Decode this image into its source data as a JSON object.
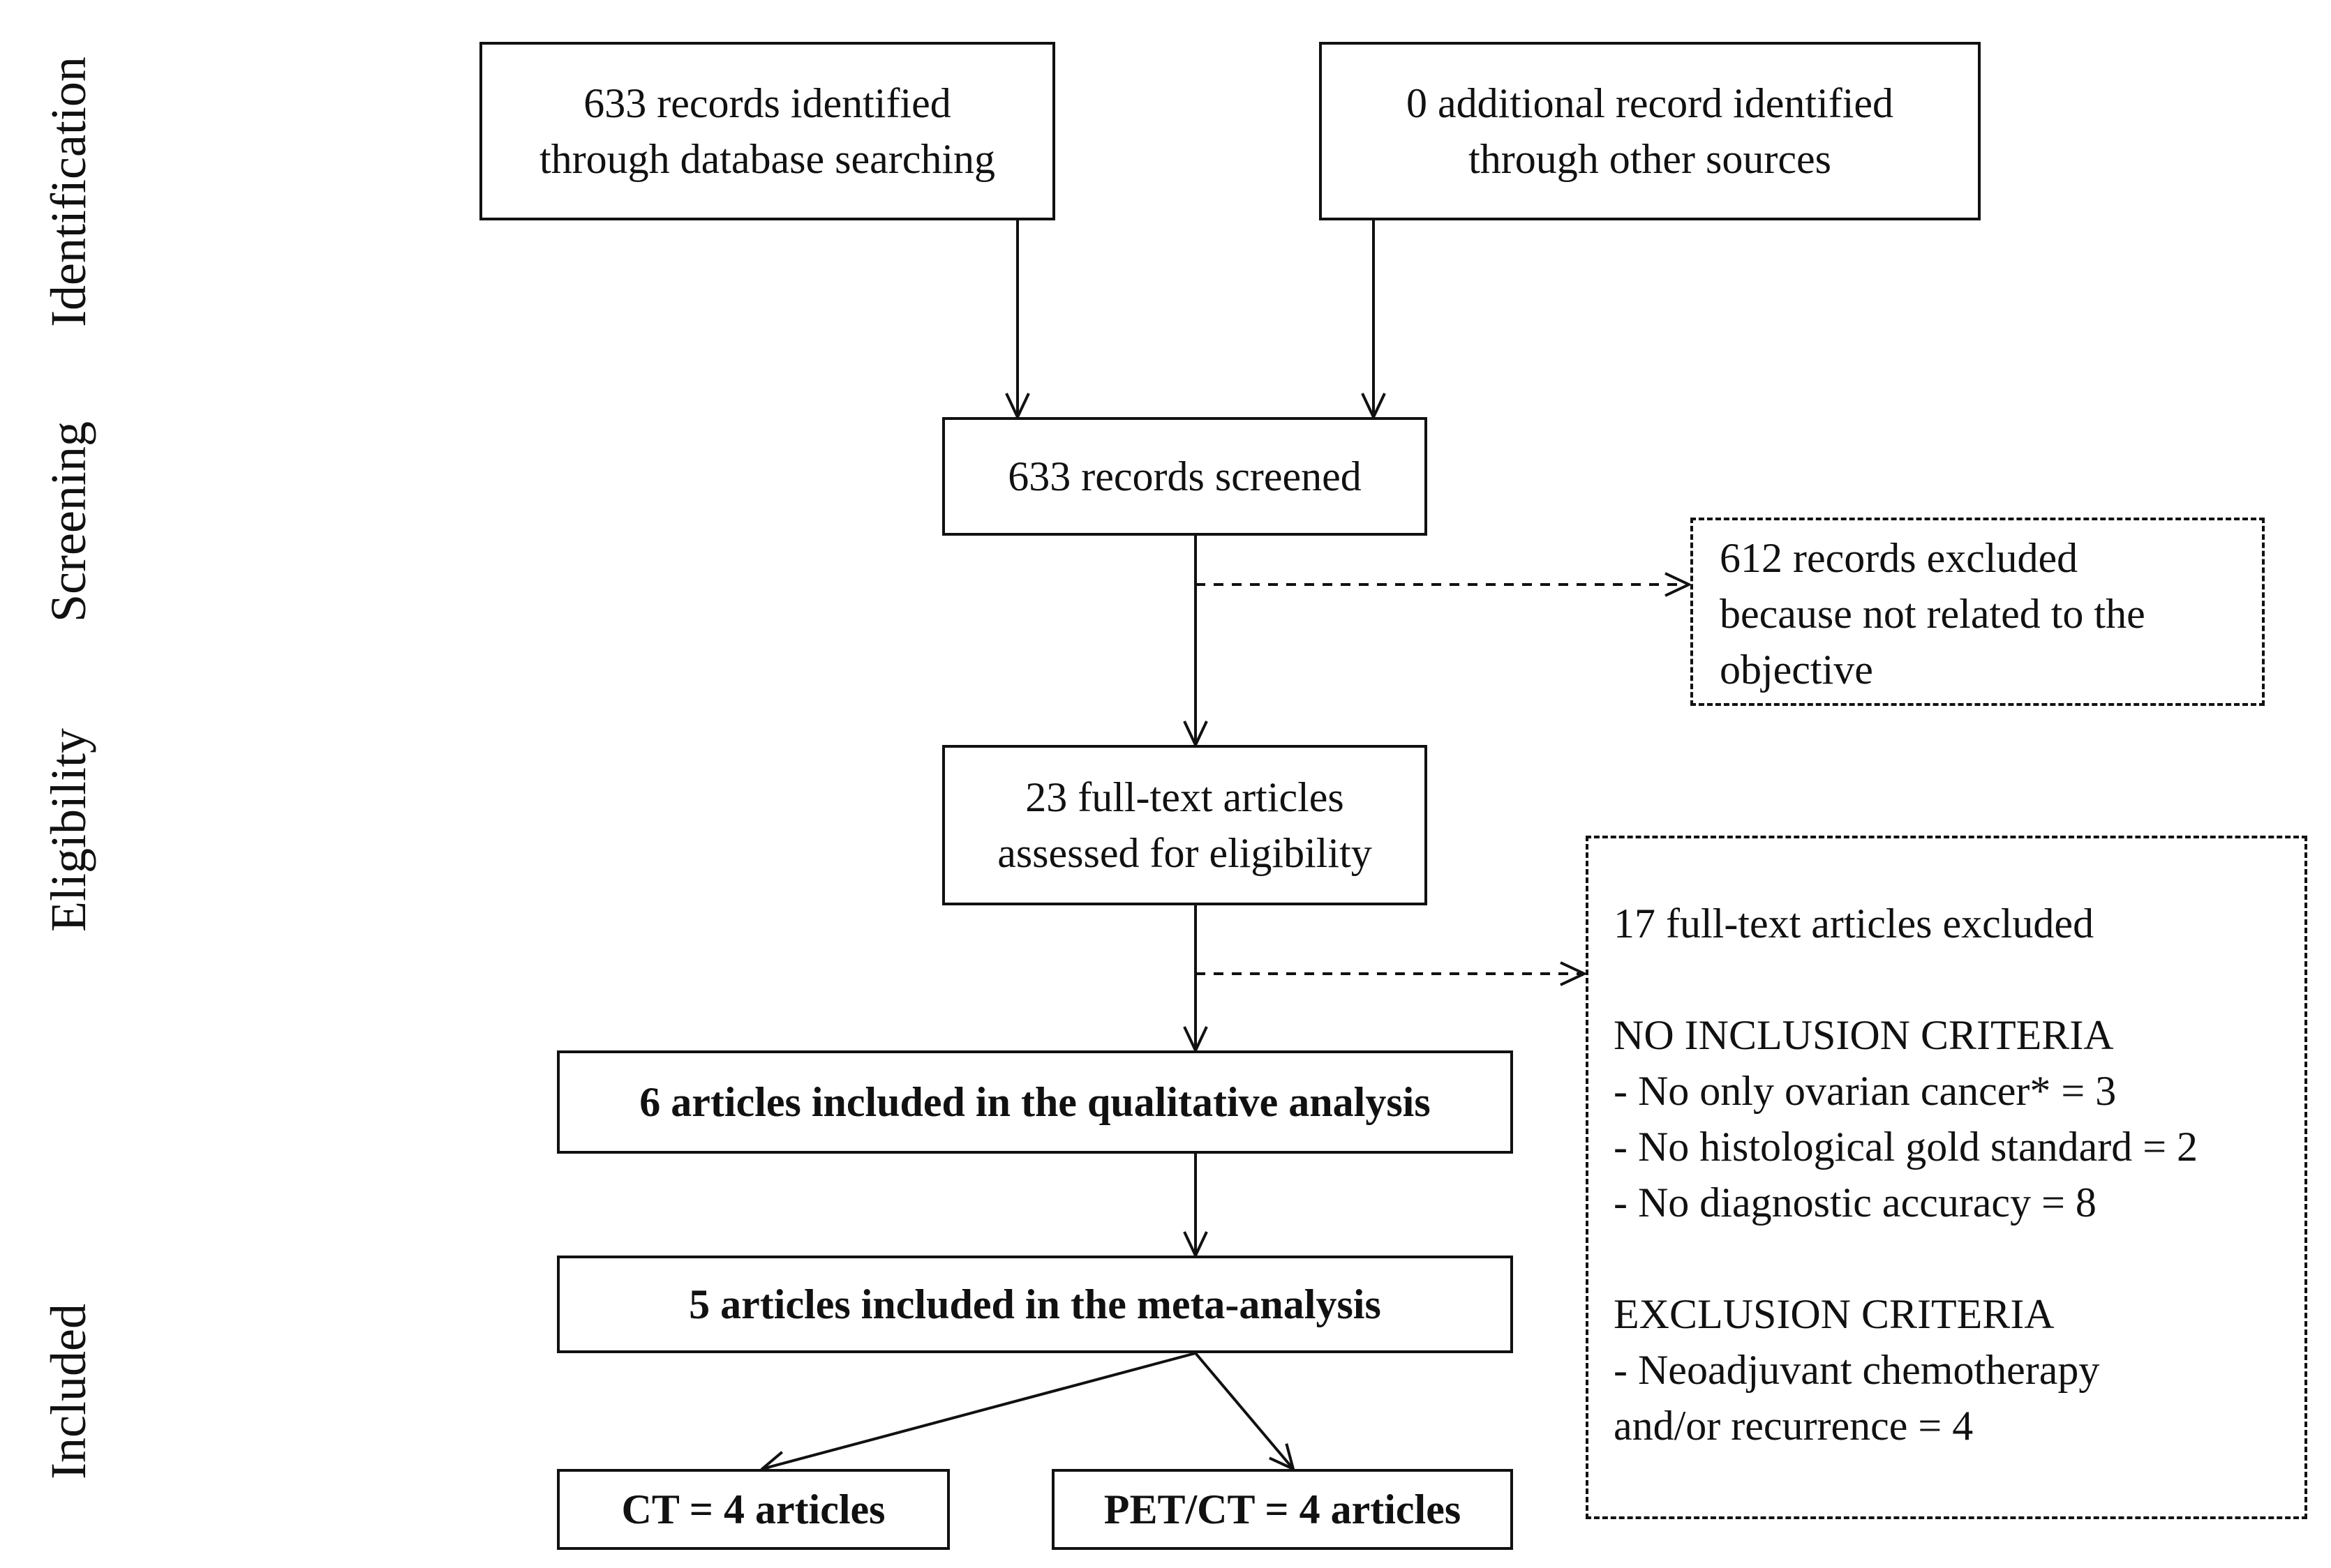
{
  "stages": {
    "identification": "Identification",
    "screening": "Screening",
    "eligibility": "Eligibility",
    "included": "Included"
  },
  "boxes": {
    "db_search": "633 records identified\nthrough database searching",
    "other_sources": "0 additional record identified\nthrough other sources",
    "screened": "633 records screened",
    "excluded_612": "612 records excluded\nbecause not related to the\nobjective",
    "fulltext": "23 full-text articles\nassessed for eligibility",
    "qualitative": "6 articles included in the qualitative analysis",
    "meta": "5 articles included in the meta-analysis",
    "ct": "CT = 4 articles",
    "petct": "PET/CT = 4 articles"
  },
  "excluded_17": {
    "title": "17 full-text articles excluded",
    "no_inclusion_heading": "NO INCLUSION CRITERIA",
    "no_inclusion_items": [
      "- No only ovarian cancer* = 3",
      "- No histological gold standard = 2",
      "- No diagnostic accuracy =  8"
    ],
    "exclusion_heading": "EXCLUSION CRITERIA",
    "exclusion_items": [
      "- Neoadjuvant chemotherapy",
      "and/or recurrence = 4"
    ]
  },
  "colors": {
    "line": "#111111",
    "background": "#ffffff"
  }
}
